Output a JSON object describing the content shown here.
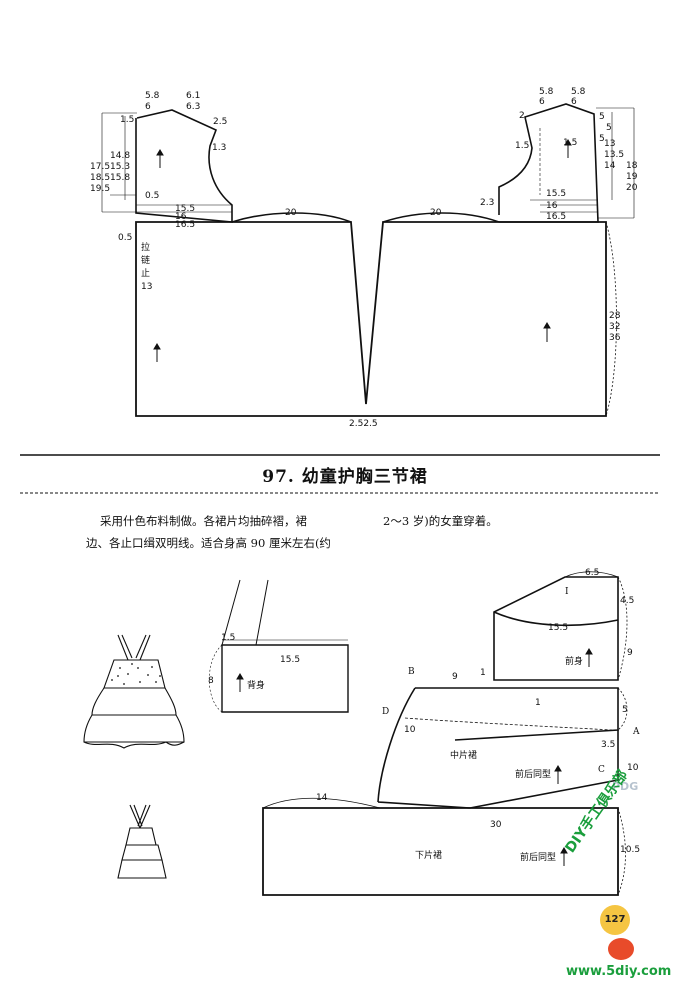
{
  "title": "97. 幼童护胸三节裙",
  "description": {
    "line1": "采用什色布料制做。各裙片均抽碎褶，裙",
    "line2": "边、各止口缉双明线。适合身高 90 厘米左右(约",
    "line3": "2～3 岁)的女童穿着。"
  },
  "top_pattern": {
    "left_neck": [
      "5.8",
      "6"
    ],
    "left_shoulder": [
      "6.1",
      "6.3"
    ],
    "left_armhole": [
      "2.5",
      "1.3"
    ],
    "left_side": [
      "1.5",
      "14.8",
      "15.3",
      "15.8",
      "17.5",
      "18.5",
      "19.5"
    ],
    "left_waist": [
      "0.5",
      "15.5",
      "16",
      "16.5",
      "0.5"
    ],
    "zipper_label": [
      "拉",
      "链",
      "止",
      "13"
    ],
    "waist_left": "20",
    "waist_right": "20",
    "right_neck": [
      "5.8",
      "6",
      "5.8",
      "6"
    ],
    "right_marks": [
      "2",
      "1.5",
      "1.5",
      "5",
      "5",
      "5"
    ],
    "right_side": [
      "13",
      "13.5",
      "14",
      "18",
      "19",
      "20"
    ],
    "right_armhole": "2.3",
    "right_waist": [
      "15.5",
      "16",
      "16.5"
    ],
    "skirt_length": [
      "28",
      "32",
      "36"
    ],
    "dart_bottom": "2.52.5"
  },
  "bodice_piece": {
    "marks": [
      "1.5",
      "15.5",
      "8"
    ],
    "label": "背身"
  },
  "bottom_right": {
    "top_dims": [
      "6.5",
      "4.5",
      "15.5",
      "9"
    ],
    "roman_1": "I",
    "front_label": "前身",
    "points": [
      "B",
      "D",
      "A",
      "C"
    ],
    "mid_dims": [
      "9",
      "1",
      "1",
      "10",
      "5",
      "3.5",
      "10"
    ],
    "mid_label": "中片裙",
    "mid_sub": "前后同型",
    "low_dims": [
      "14",
      "30",
      "10.5"
    ],
    "low_label": "下片裙",
    "low_sub": "前后同型"
  },
  "page_number": "127",
  "watermark": {
    "vertical": "DIY手工俱乐部",
    "site": "www.5diy.com",
    "pdg": "PDG"
  }
}
